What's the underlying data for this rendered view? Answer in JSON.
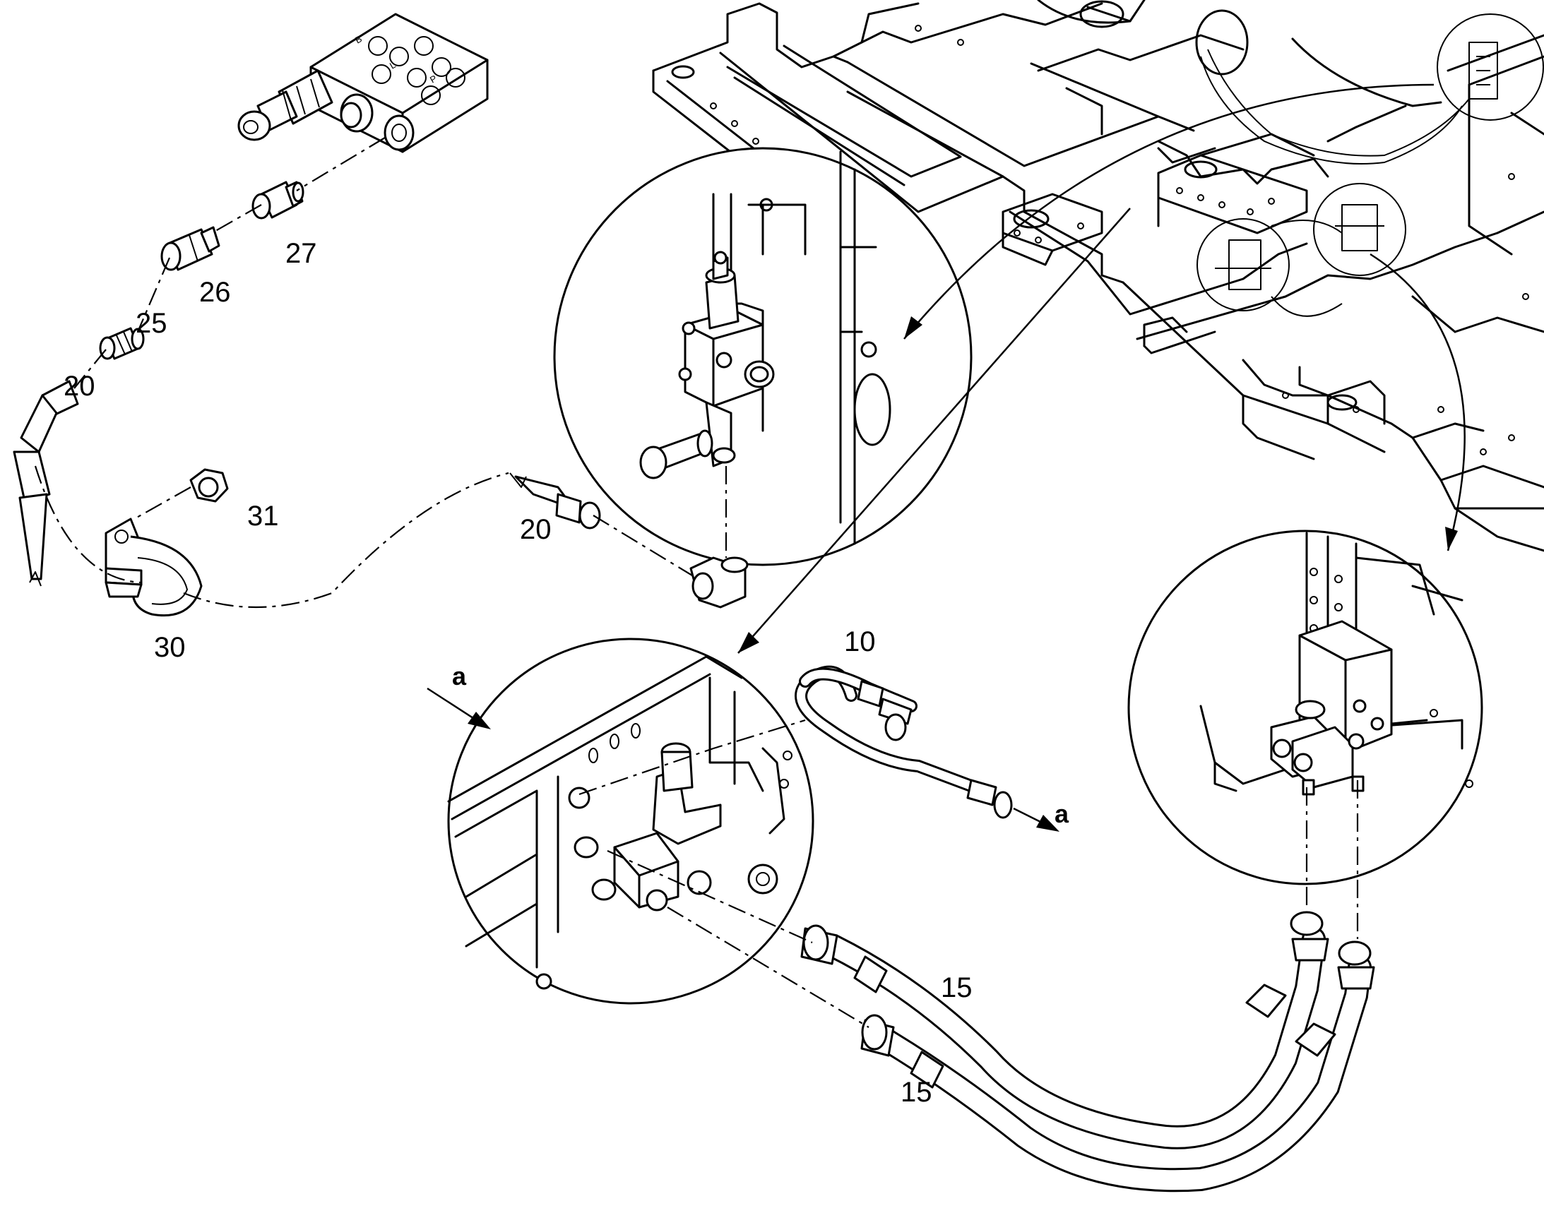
{
  "diagram": {
    "callouts": [
      {
        "id": "c27",
        "text": "27"
      },
      {
        "id": "c26",
        "text": "26"
      },
      {
        "id": "c25",
        "text": "25"
      },
      {
        "id": "c20a",
        "text": "20"
      },
      {
        "id": "c31",
        "text": "31"
      },
      {
        "id": "c20b",
        "text": "20"
      },
      {
        "id": "c30",
        "text": "30"
      },
      {
        "id": "c10",
        "text": "10"
      },
      {
        "id": "c15a",
        "text": "15"
      },
      {
        "id": "c15b",
        "text": "15"
      }
    ],
    "connection_markers": [
      {
        "id": "a-left",
        "text": "a"
      },
      {
        "id": "a-right",
        "text": "a"
      }
    ],
    "valve_block_markings": [
      "B",
      "L",
      "P"
    ]
  }
}
